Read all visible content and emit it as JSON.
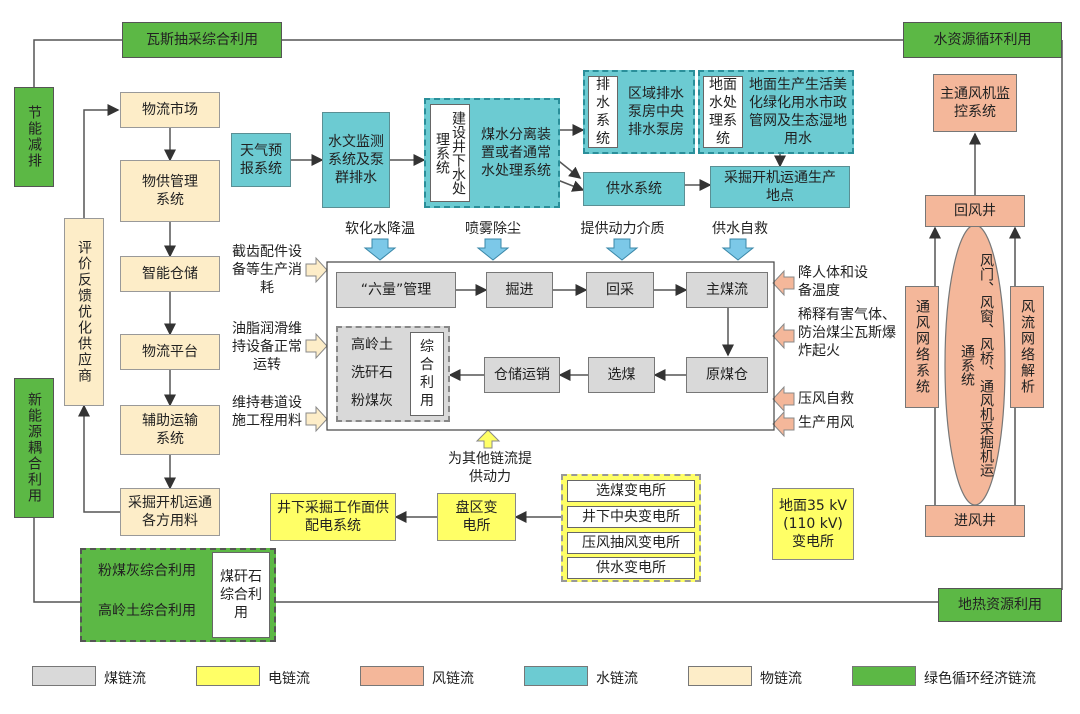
{
  "top_left": "瓦斯抽采综合利用",
  "top_right": "水资源循环利用",
  "bottom_right": "地热资源利用",
  "left_top": "节能减排",
  "left_bottom": "新能源耦合利用",
  "material": {
    "items": [
      "物流市场",
      "物供管理系统",
      "智能仓储",
      "物流平台",
      "辅助运输系统",
      "采掘开机运通各方用料"
    ],
    "feedback": "评价反馈优化供应商"
  },
  "water": {
    "weather": "天气预报系统",
    "hydro": "水文监测系统及泵群排水",
    "build": "建设井下水处理系统",
    "separate": "煤水分离装置或者通常水处理系统",
    "drain_label": "排水系统",
    "drain_body": "区域排水泵房中央排水泵房",
    "surface_label": "地面水处理系统",
    "surface_body": "地面生产生活美化绿化用水市政管网及生态湿地用水",
    "supply": "供水系统",
    "mining_site": "采掘开机运通生产地点"
  },
  "inputs_top": [
    "软化水降温",
    "喷雾除尘",
    "提供动力介质",
    "供水自救"
  ],
  "inputs_left": [
    "截齿配件设备等生产消耗",
    "油脂润滑维持设备正常运转",
    "维持巷道设施工程用料"
  ],
  "inputs_right": [
    "降人体和设备温度",
    "稀释有害气体、防治煤尘瓦斯爆炸起火",
    "压风自救",
    "生产用风"
  ],
  "coal": {
    "six": "“六量”管理",
    "dig": "掘进",
    "extract": "回采",
    "main": "主煤流",
    "yard": "原煤仓",
    "wash": "选煤",
    "store": "仓储运销",
    "by1": "高岭土",
    "by2": "洗矸石",
    "by3": "粉煤灰",
    "by_use": "综合利用"
  },
  "power": {
    "other_chains": "为其他链流提供动力",
    "underground": "井下采掘工作面供配电系统",
    "pan": "盘区变电所",
    "stations": [
      "选煤变电所",
      "井下中央变电所",
      "压风抽风变电所",
      "供水变电所"
    ],
    "surface": "地面35 kV (110 kV) 变电所"
  },
  "green_box": {
    "fly_ash": "粉煤灰综合利用",
    "kaolin": "高岭土综合利用",
    "gangue": "煤矸石综合利用"
  },
  "wind": {
    "monitor": "主通风机监控系统",
    "return": "回风井",
    "inlet": "进风井",
    "network": "通风网络系统",
    "analysis": "风流网络解析",
    "ellipse": "风门、风窗、风桥、通风机采掘机运通系统"
  },
  "legend": [
    {
      "label": "煤链流",
      "color": "#d9d9d9"
    },
    {
      "label": "电链流",
      "color": "#ffff66"
    },
    {
      "label": "风链流",
      "color": "#f4b79a"
    },
    {
      "label": "水链流",
      "color": "#6ccbd2"
    },
    {
      "label": "物链流",
      "color": "#fdedc8"
    },
    {
      "label": "绿色循环经济链流",
      "color": "#5cb845"
    }
  ]
}
